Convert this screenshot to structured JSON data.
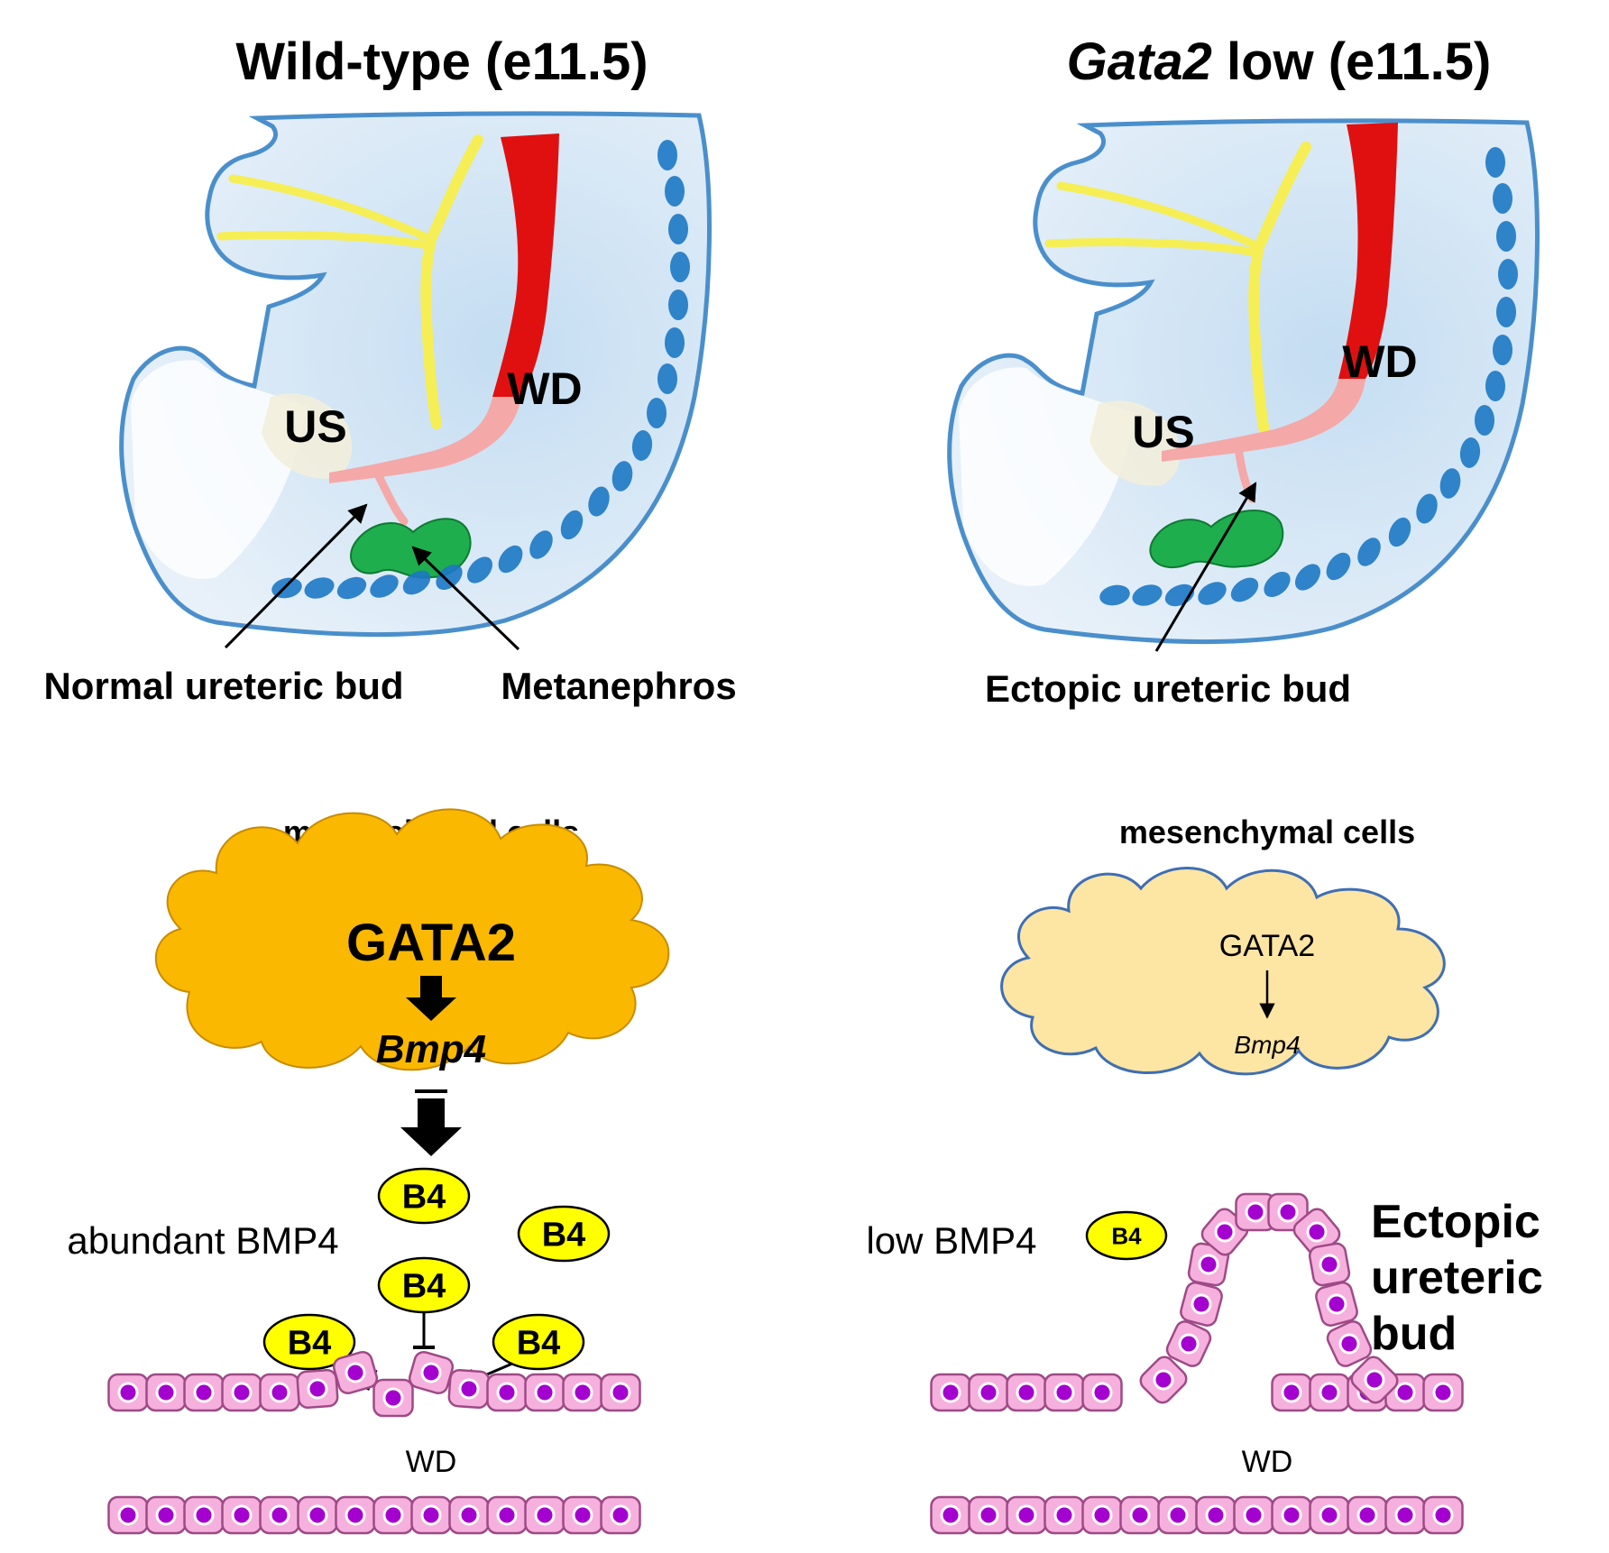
{
  "colors": {
    "embryo_fill": "#d7e7f4",
    "embryo_edge": "#4a8fcc",
    "somite": "#1c78c4",
    "wolffian_duct": "#e01010",
    "duct_pink": "#f4a8a8",
    "nerve_yellow": "#f6ee55",
    "metanephros": "#1fae4e",
    "cloud_high": "#fbb800",
    "cloud_low": "#fde5a4",
    "b4_fill": "#ffff00",
    "cell_fill": "#f6b0de",
    "cell_edge": "#9e4a86",
    "nucleus": "#a400d0"
  },
  "left": {
    "title": "Wild-type (e11.5)",
    "label_us": "US",
    "label_wd": "WD",
    "callout_bud": "Normal ureteric bud",
    "callout_metanephros": "Metanephros",
    "mesenchyme_label": "mesenchymal cells",
    "gata2": "GATA2",
    "bmp4": "Bmp4",
    "b4_label": "B4",
    "bmp4_level": "abundant BMP4",
    "duct_label": "WD"
  },
  "right": {
    "title_italic": "Gata2",
    "title_rest": " low (e11.5)",
    "label_us": "US",
    "label_wd": "WD",
    "callout_bud": "Ectopic ureteric bud",
    "mesenchyme_label": "mesenchymal cells",
    "gata2": "GATA2",
    "bmp4": "Bmp4",
    "b4_label": "B4",
    "bmp4_level": "low BMP4",
    "bud_line1": "Ectopic",
    "bud_line2": "ureteric",
    "bud_line3": "bud",
    "duct_label": "WD"
  }
}
